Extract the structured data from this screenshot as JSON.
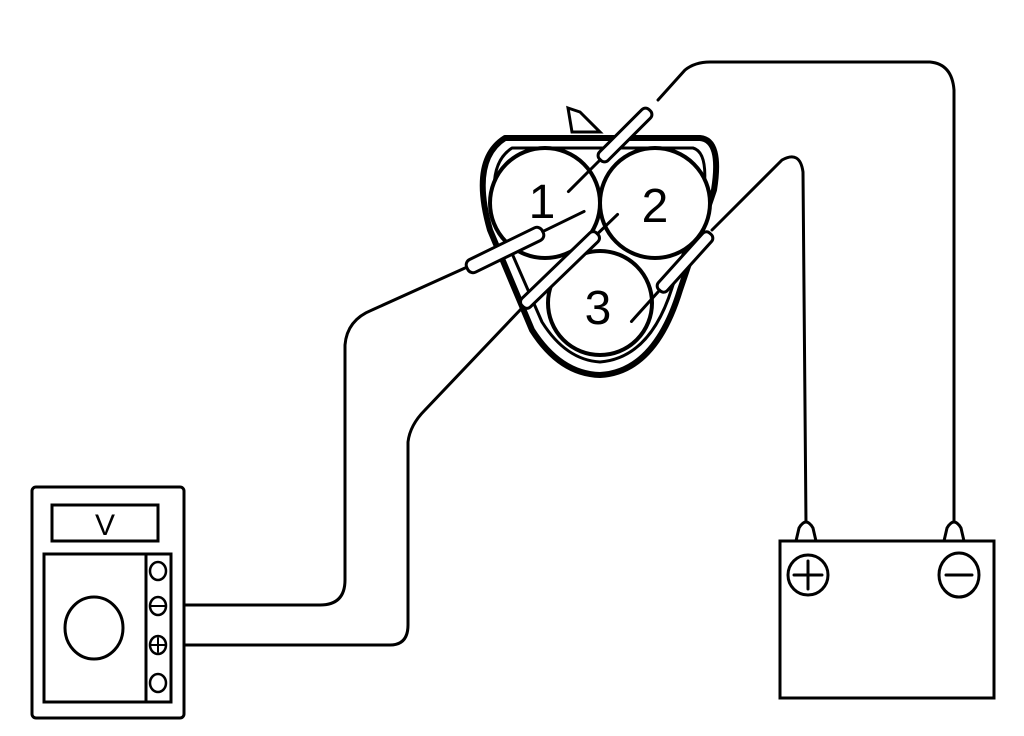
{
  "connector": {
    "terminals": [
      {
        "label": "1"
      },
      {
        "label": "2"
      },
      {
        "label": "3"
      }
    ]
  },
  "multimeter": {
    "display": "V",
    "jacks": [
      "",
      "⊖",
      "⊕",
      ""
    ]
  },
  "battery": {
    "positive": "+",
    "negative": "−"
  }
}
